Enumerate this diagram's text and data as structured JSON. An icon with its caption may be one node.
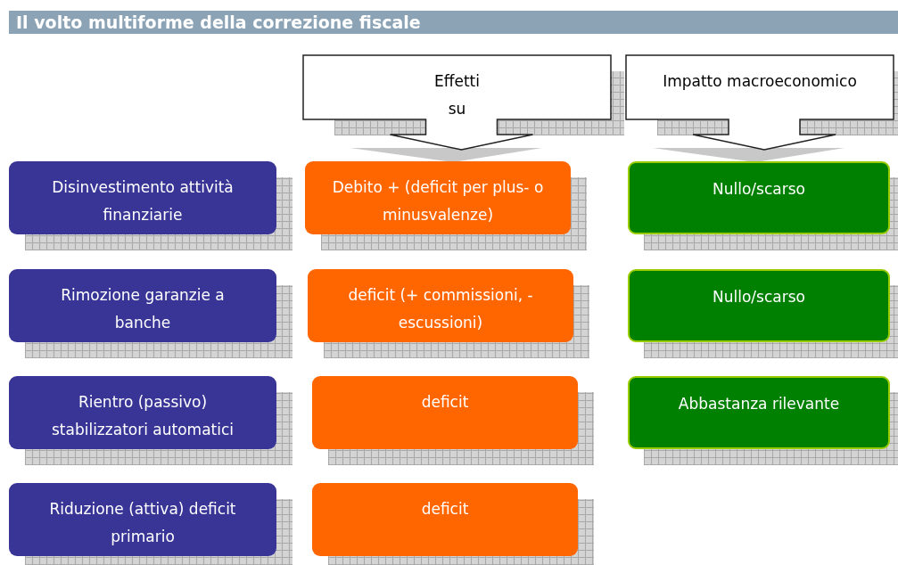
{
  "diagram": {
    "title": "Il volto multiforme della correzione fiscale",
    "nodes": [
      {
        "text": [
          "Effetti su"
        ]
      },
      {
        "text": [
          "Impatto macroeconomico"
        ]
      },
      {
        "text": [
          "Disinvestimento attività finanziarie"
        ]
      },
      {
        "text": [
          "Debito + (deficit per plus- o minusvalenze)"
        ]
      },
      {
        "text": [
          "Nullo/scarso"
        ]
      },
      {
        "text": [
          "Rimozione garanzie a banche"
        ]
      },
      {
        "text": [
          "deficit (+ commissioni, - escussioni)"
        ]
      },
      {
        "text": [
          "Nullo/scarso"
        ]
      },
      {
        "text": [
          "Rientro (passivo) stabilizzatori automatici"
        ]
      },
      {
        "text": [
          "deficit"
        ]
      },
      {
        "text": [
          "Abbastanza rilevante"
        ]
      },
      {
        "text": [
          "Riduzione (attiva) deficit primario"
        ]
      },
      {
        "text": [
          "deficit"
        ]
      }
    ]
  }
}
